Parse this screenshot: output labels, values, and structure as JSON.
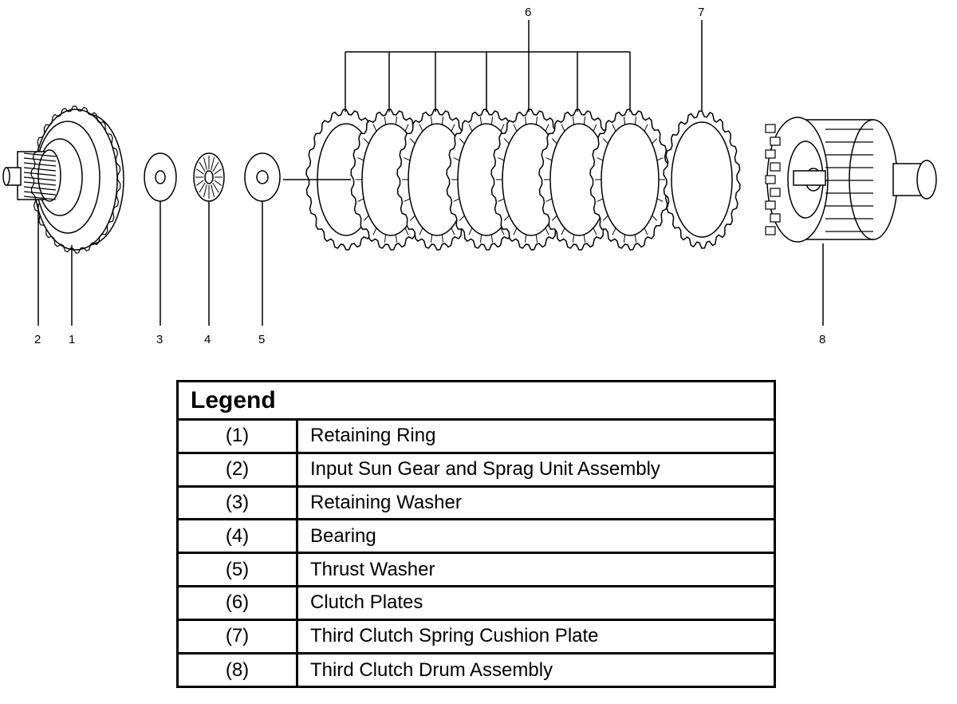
{
  "callouts": [
    "1",
    "2",
    "3",
    "4",
    "5",
    "6",
    "7",
    "8"
  ],
  "legend": {
    "title": "Legend",
    "rows": [
      {
        "num": "(1)",
        "desc": "Retaining Ring"
      },
      {
        "num": "(2)",
        "desc": "Input Sun Gear and Sprag Unit Assembly"
      },
      {
        "num": "(3)",
        "desc": "Retaining Washer"
      },
      {
        "num": "(4)",
        "desc": "Bearing"
      },
      {
        "num": "(5)",
        "desc": "Thrust Washer"
      },
      {
        "num": "(6)",
        "desc": "Clutch Plates"
      },
      {
        "num": "(7)",
        "desc": "Third Clutch Spring Cushion Plate"
      },
      {
        "num": "(8)",
        "desc": "Third Clutch Drum Assembly"
      }
    ]
  }
}
